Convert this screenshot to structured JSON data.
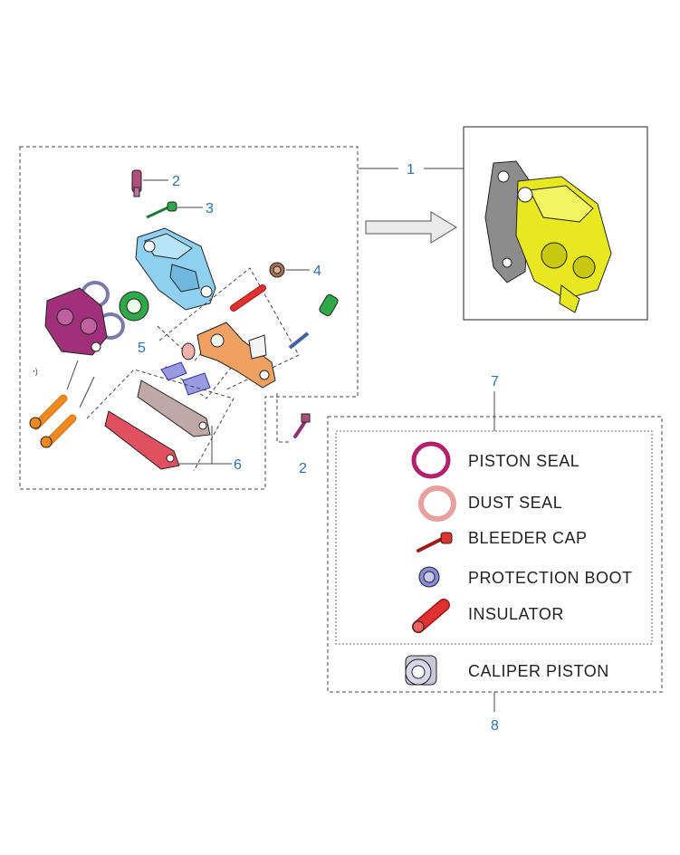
{
  "callouts": {
    "c1": "1",
    "c2a": "2",
    "c3": "3",
    "c4": "4",
    "c5": "5",
    "c6": "6",
    "c2b": "2",
    "c7": "7",
    "c8": "8"
  },
  "legend": {
    "items": [
      {
        "label": "PISTON SEAL",
        "icon": "piston-seal-icon"
      },
      {
        "label": "DUST SEAL",
        "icon": "dust-seal-icon"
      },
      {
        "label": "BLEEDER CAP",
        "icon": "bleeder-cap-icon"
      },
      {
        "label": "PROTECTION BOOT",
        "icon": "protection-boot-icon"
      },
      {
        "label": "INSULATOR",
        "icon": "insulator-icon"
      }
    ],
    "outer_item": {
      "label": "CALIPER PISTON",
      "icon": "caliper-piston-icon"
    }
  },
  "colors": {
    "caliper_body": "#8fd0f0",
    "caliper_half": "#a0307a",
    "bracket": "#f0a060",
    "assembled_caliper": "#e8e820",
    "pads_front": "#e05060",
    "pads_back": "#c0a8a8",
    "green_part": "#2fa84a",
    "red_pin": "#e03030",
    "bolt": "#f08a20",
    "callout_text": "#2f6fa8"
  }
}
